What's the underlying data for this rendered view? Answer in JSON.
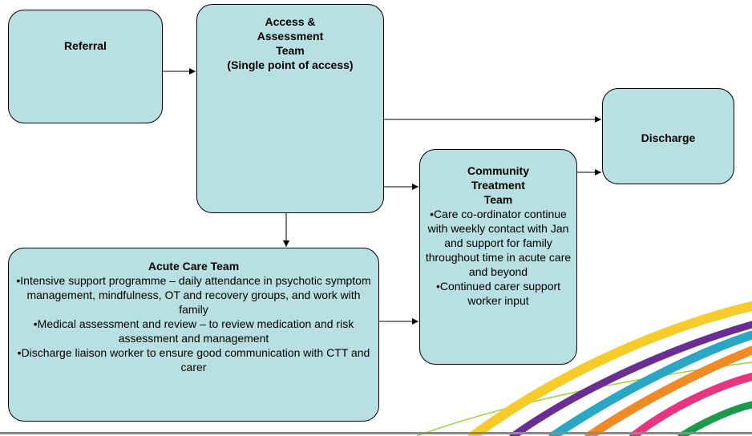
{
  "referral": {
    "title": "Referral"
  },
  "access": {
    "title_lines": [
      "Access &",
      "Assessment",
      "Team",
      "(Single point of access)"
    ]
  },
  "discharge": {
    "title": "Discharge"
  },
  "ctt": {
    "title_lines": [
      "Community",
      "Treatment",
      "Team"
    ],
    "bullets": [
      "•Care co-ordinator continue with weekly contact with Jan and support for family throughout time in acute care and beyond",
      "•Continued carer support worker input"
    ]
  },
  "acute": {
    "title": "Acute Care Team",
    "bullets": [
      "•Intensive support programme – daily attendance in psychotic symptom management, mindfulness, OT and recovery groups, and work with family",
      "•Medical assessment and review – to review medication and risk assessment and management",
      "•Discharge liaison worker to ensure good communication with CTT and carer"
    ]
  },
  "decoration": {
    "ribbon_colors": [
      "#9bd13b",
      "#f7cb2a",
      "#6a2d91",
      "#2aa7c4",
      "#f08a24",
      "#e8357f",
      "#1b9a4b"
    ]
  }
}
